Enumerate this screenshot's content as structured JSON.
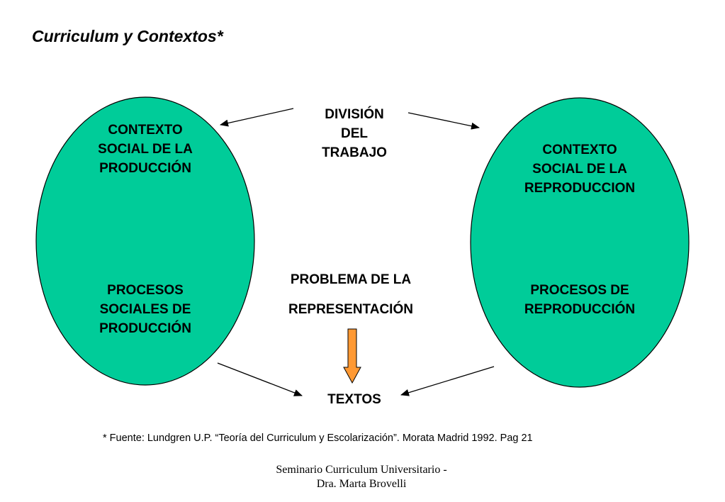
{
  "slide": {
    "title": "Curriculum y Contextos*"
  },
  "left_ellipse": {
    "fill": "#00CC99",
    "top_lines": [
      "CONTEXTO",
      "SOCIAL DE LA",
      "PRODUCCIÓN"
    ],
    "bottom_lines": [
      "PROCESOS",
      "SOCIALES DE",
      "PRODUCCIÓN"
    ]
  },
  "right_ellipse": {
    "fill": "#00CC99",
    "top_lines": [
      "CONTEXTO",
      "SOCIAL DE LA",
      "REPRODUCCION"
    ],
    "bottom_lines": [
      "PROCESOS DE",
      "REPRODUCCIÓN"
    ]
  },
  "center": {
    "top_lines": [
      "DIVISIÓN",
      "DEL",
      "TRABAJO"
    ],
    "middle_lines": [
      "PROBLEMA DE LA",
      "REPRESENTACIÓN"
    ],
    "bottom_label": "TEXTOS",
    "down_arrow_fill": "#FF9933"
  },
  "footnote": "* Fuente: Lundgren U.P. “Teoría del Curriculum y Escolarización”. Morata Madrid 1992. Pag 21",
  "footer": {
    "line1": "Seminario Curriculum Universitario -",
    "line2": "Dra. Marta Brovelli"
  }
}
